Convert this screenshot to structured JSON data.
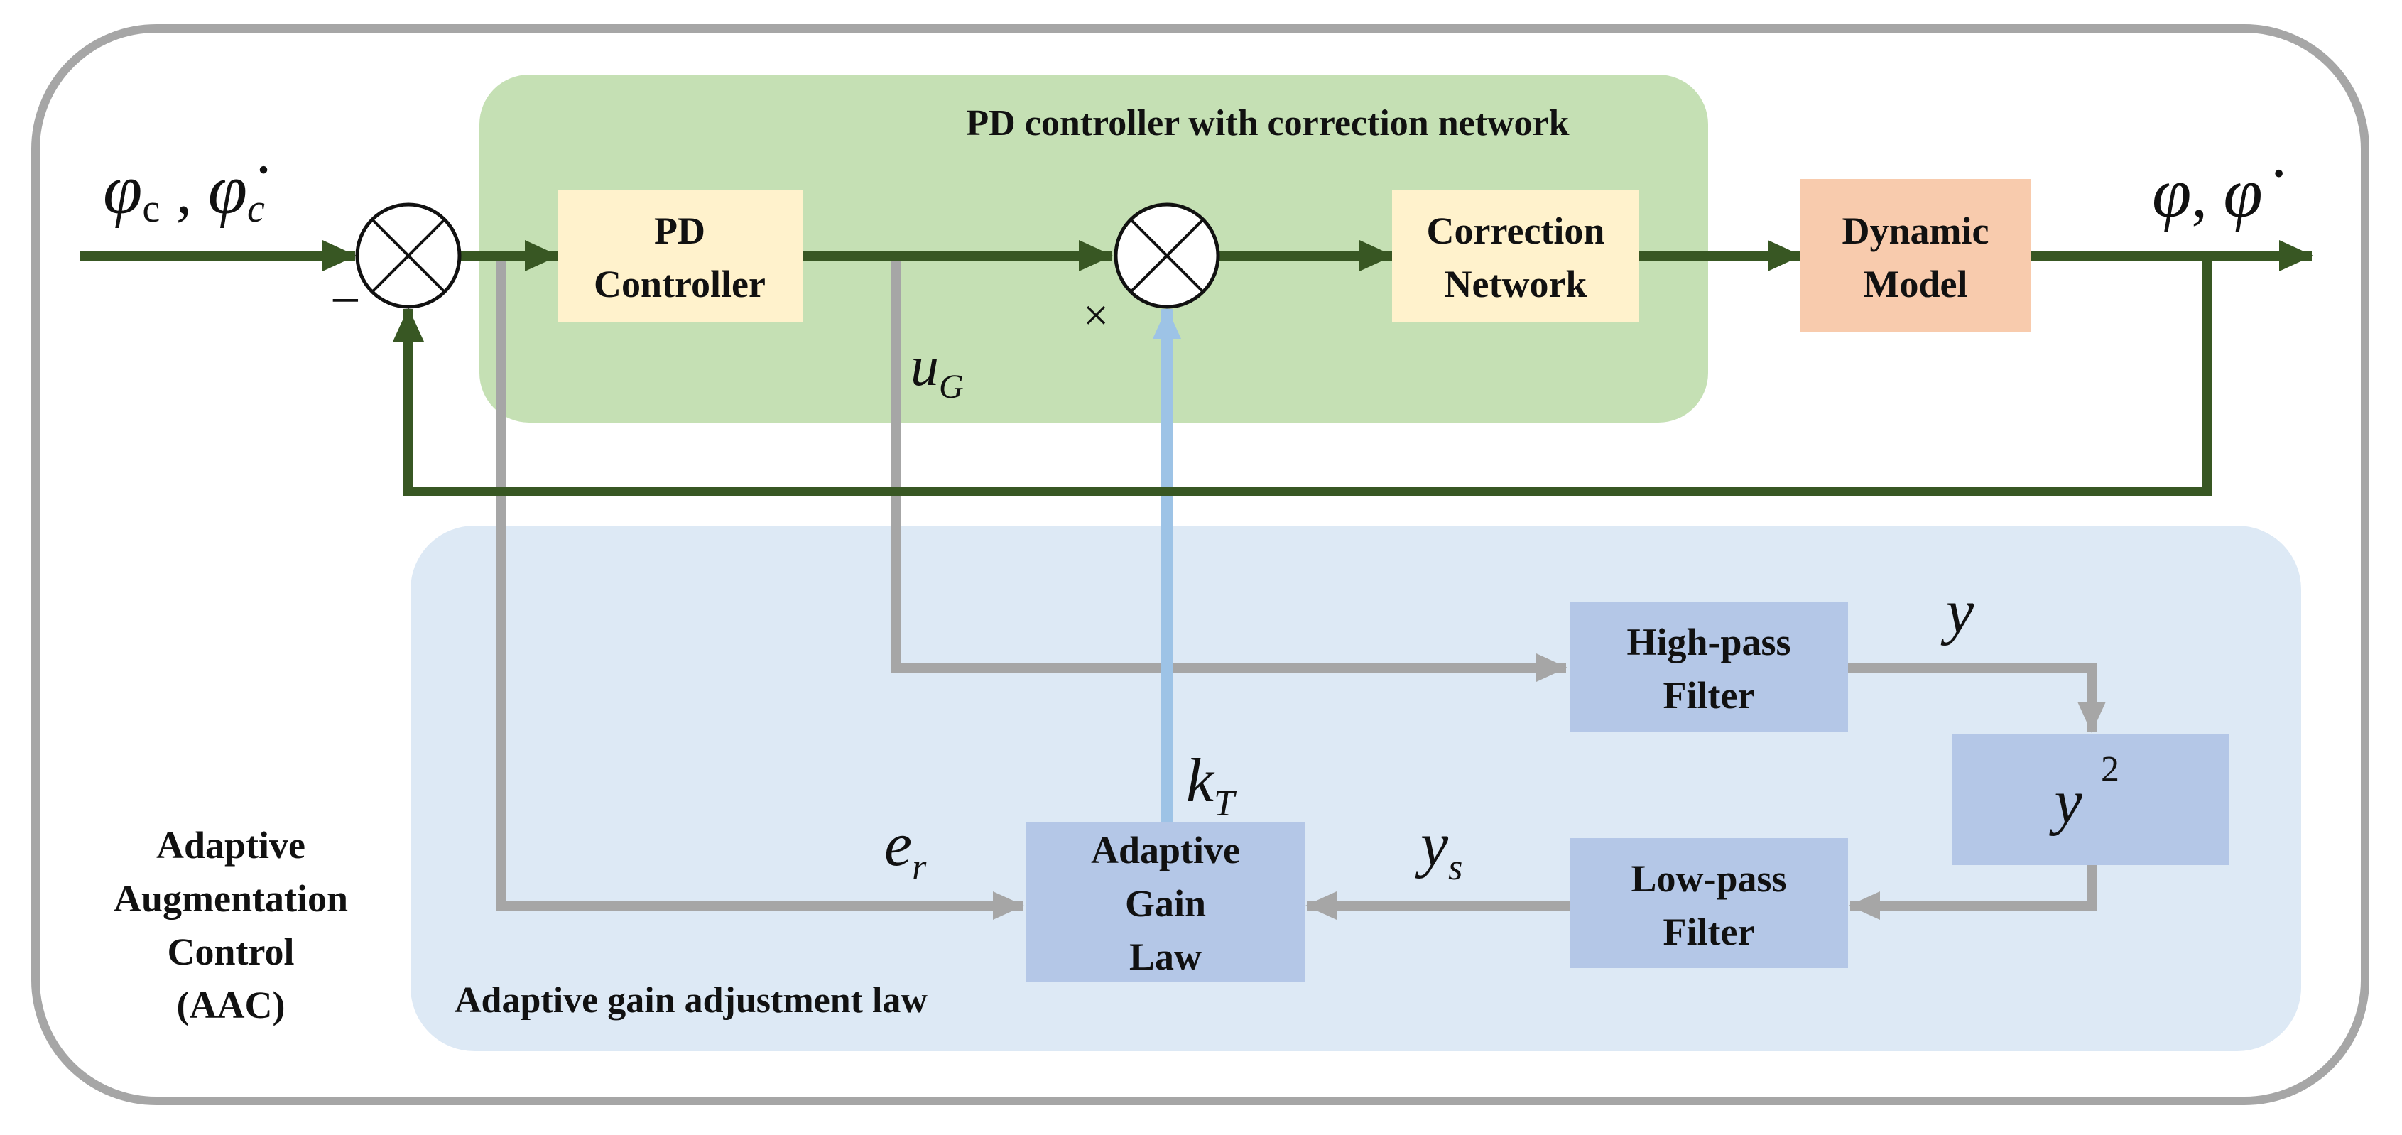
{
  "colors": {
    "frame": "#a6a6a6",
    "green_region": "#c5e0b4",
    "blue_region": "#dde9f5",
    "block_yellow": "#fff2cc",
    "block_orange": "#f8cbad",
    "block_blue": "#b4c7e7",
    "signal_green": "#385723",
    "signal_gray": "#a6a6a6",
    "signal_blue": "#9dc3e6"
  },
  "regions": {
    "pd_title": "PD controller with correction network",
    "adaptive_title": "Adaptive gain adjustment law"
  },
  "blocks": {
    "pd": [
      "PD",
      "Controller"
    ],
    "correction": [
      "Correction",
      "Network"
    ],
    "dynamic": [
      "Dynamic",
      "Model"
    ],
    "highpass": [
      "High-pass",
      "Filter"
    ],
    "lowpass": [
      "Low-pass",
      "Filter"
    ],
    "gainlaw": [
      "Adaptive",
      "Gain",
      "Law"
    ],
    "square_base": "y",
    "square_exp": "2"
  },
  "aac_label": [
    "Adaptive",
    "Augmentation",
    "Control",
    "(AAC)"
  ],
  "signals": {
    "input_phi": "φ",
    "input_phi_sub": "c",
    "input_sep": " , ",
    "input_phidot": "φ̇",
    "input_phidot_sub": "c",
    "output_phi": "φ",
    "output_sep": ", ",
    "output_phidot": "φ̇",
    "minus_sign": "−",
    "times_sign": "×",
    "uG_base": "u",
    "uG_sub": "G",
    "y": "y",
    "kT_base": "k",
    "kT_sub": "T",
    "er_base": "e",
    "er_sub": "r",
    "ys_base": "y",
    "ys_sub": "s"
  }
}
